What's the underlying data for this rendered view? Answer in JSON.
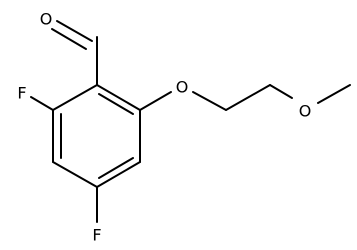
{
  "molecule": {
    "atoms": {
      "aldehyde_oxygen": "O",
      "fluorine_left": "F",
      "fluorine_bottom": "F",
      "ether_oxygen_1": "O",
      "ether_oxygen_2": "O"
    }
  }
}
